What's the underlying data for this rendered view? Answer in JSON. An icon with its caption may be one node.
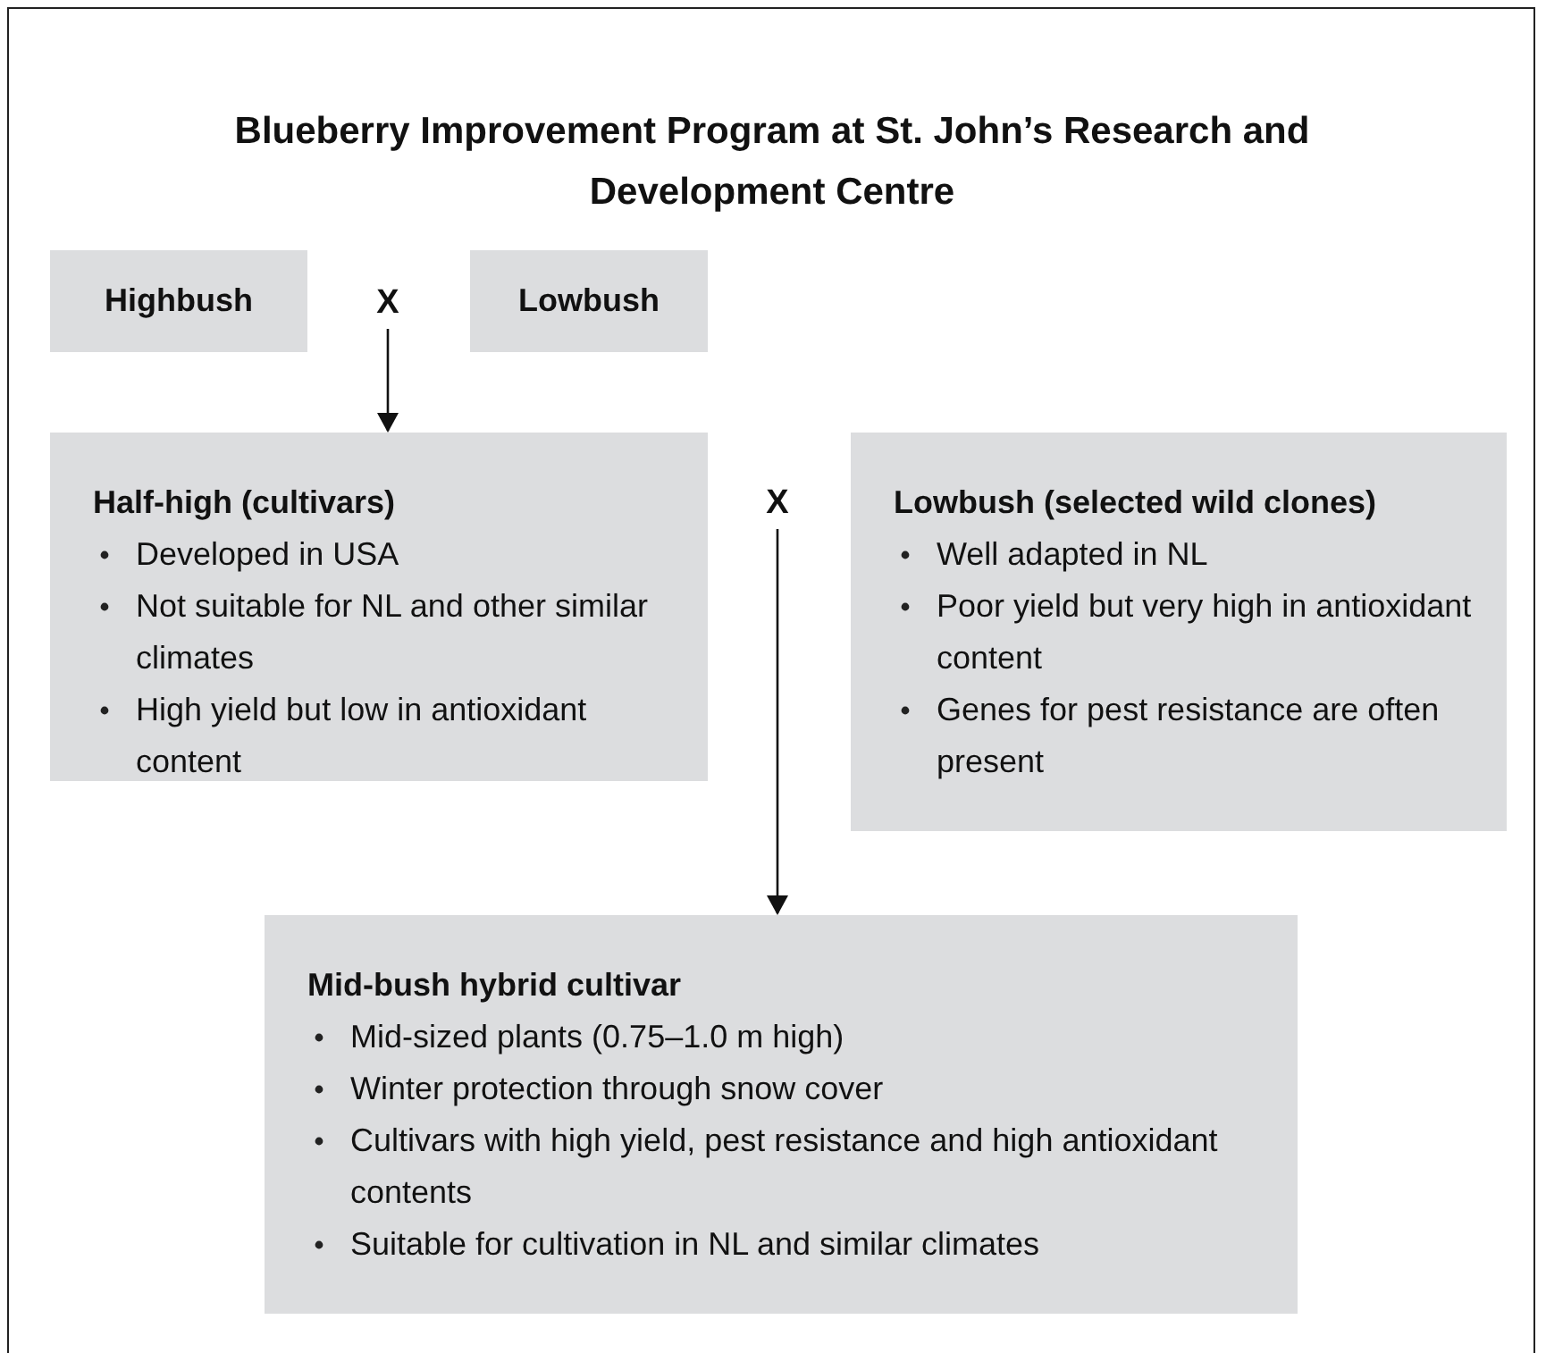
{
  "diagram": {
    "title": "Blueberry Improvement Program at St. John’s Research and Development Centre",
    "nodes": [
      {
        "text": [
          "Highbush"
        ]
      },
      {
        "text": [
          "X"
        ]
      },
      {
        "text": [
          "Lowbush"
        ]
      },
      {
        "text": [
          "Half-high (cultivars)",
          "Developed in USA",
          "Not suitable for NL and other similar climates",
          "High yield but low in antioxidant content"
        ]
      },
      {
        "text": [
          "X"
        ]
      },
      {
        "text": [
          "Lowbush (selected wild clones)",
          "Well adapted in NL",
          "Poor yield but very high in antioxidant content",
          "Genes for pest resistance are often present"
        ]
      },
      {
        "text": [
          "Mid-bush hybrid cultivar",
          "Mid-sized plants (0.75–1.0 m high)",
          "Winter protection through snow cover",
          "Cultivars with high yield, pest resistance and high antioxidant contents",
          "Suitable for cultivation in NL and similar climates"
        ]
      }
    ],
    "edges": [
      {
        "from": 1,
        "to": 3,
        "arrow": "to"
      },
      {
        "from": 4,
        "to": 6,
        "arrow": "to"
      }
    ]
  }
}
